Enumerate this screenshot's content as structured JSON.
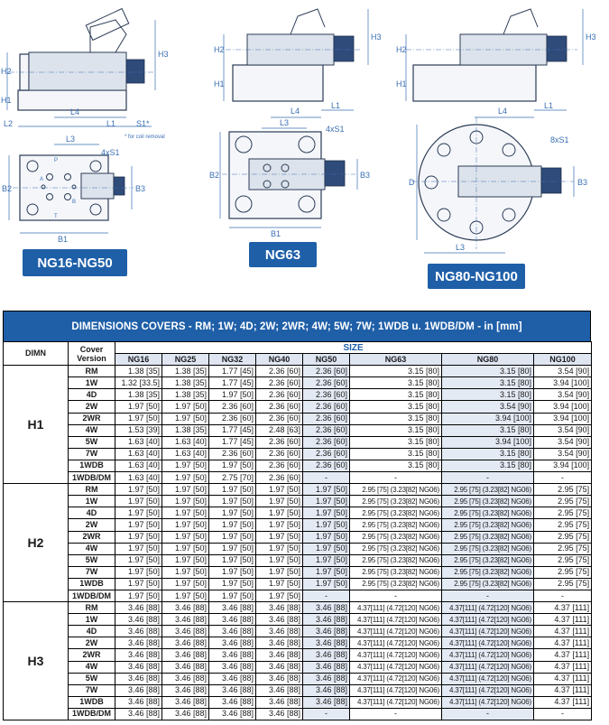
{
  "drawing_labels": {
    "ng16": {
      "tag": "NG16-NG50",
      "h1": "H1",
      "h2": "H2",
      "h3": "H3",
      "l1": "L1",
      "l2": "L2",
      "l3": "L3",
      "l4": "L4",
      "s1": "S1*",
      "b1": "B1",
      "b2": "B2",
      "b3": "B3",
      "holes": "4xS1",
      "note": "* for coil removal",
      "port_p": "P",
      "port_t": "T",
      "port_a": "A",
      "port_b": "B"
    },
    "ng63": {
      "tag": "NG63",
      "h1": "H1",
      "h2": "H2",
      "h3": "H3",
      "l1": "L1",
      "l3": "L3",
      "l4": "L4",
      "b1": "B1",
      "b2": "B2",
      "b3": "B3",
      "holes": "4xS1"
    },
    "ng80": {
      "tag": "NG80-NG100",
      "h1": "H1",
      "h2": "H2",
      "h3": "H3",
      "l1": "L1",
      "l3": "L3",
      "l4": "L4",
      "b3": "B3",
      "d": "D",
      "holes": "8xS1"
    }
  },
  "table": {
    "title": "DIMENSIONS COVERS - RM; 1W; 4D; 2W; 2WR; 4W; 5W; 7W; 1WDB u. 1WDB/DM - in [mm]",
    "dimn_header": "DIMN",
    "cover_header": "Cover Version",
    "size_header": "SIZE",
    "sizes": [
      "NG16",
      "NG25",
      "NG32",
      "NG40",
      "NG50",
      "NG63",
      "NG80",
      "NG100"
    ],
    "groups": [
      {
        "dimn": "H1",
        "rows": [
          {
            "cover": "RM",
            "v": [
              "1.38 [35]",
              "1.38 [35]",
              "1.77 [45]",
              "2.36 [60]",
              "2.36 [60]",
              "3.15 [80]",
              "3.15 [80]",
              "3.54 [90]"
            ]
          },
          {
            "cover": "1W",
            "v": [
              "1.32 [33.5]",
              "1.38 [35]",
              "1.77 [45]",
              "2.36 [60]",
              "2.36 [60]",
              "3.15 [80]",
              "3.15 [80]",
              "3.94 [100]"
            ]
          },
          {
            "cover": "4D",
            "v": [
              "1.38 [35]",
              "1.38 [35]",
              "1.97 [50]",
              "2.36 [60]",
              "2.36 [60]",
              "3.15 [80]",
              "3.15 [80]",
              "3.54 [90]"
            ]
          },
          {
            "cover": "2W",
            "v": [
              "1.97 [50]",
              "1.97 [50]",
              "2.36 [60]",
              "2.36 [60]",
              "2.36 [60]",
              "3.15 [80]",
              "3.54 [90]",
              "3.94 [100]"
            ]
          },
          {
            "cover": "2WR",
            "v": [
              "1.97 [50]",
              "1.97 [50]",
              "2.36 [60]",
              "2.36 [60]",
              "2.36 [60]",
              "3.15 [80]",
              "3.94 [100]",
              "3.94 [100]"
            ]
          },
          {
            "cover": "4W",
            "v": [
              "1.53 [39]",
              "1.38 [35]",
              "1.77 [45]",
              "2.48 [63]",
              "2.36 [60]",
              "3.15 [80]",
              "3.15 [80]",
              "3.54 [90]"
            ]
          },
          {
            "cover": "5W",
            "v": [
              "1.63 [40]",
              "1.63 [40]",
              "1.77 [45]",
              "2.36 [60]",
              "2.36 [60]",
              "3.15 [80]",
              "3.94 [100]",
              "3.54 [90]"
            ]
          },
          {
            "cover": "7W",
            "v": [
              "1.63 [40]",
              "1.63 [40]",
              "2.36 [60]",
              "2.36 [60]",
              "2.36 [60]",
              "3.15 [80]",
              "3.15 [80]",
              "3.54 [90]"
            ]
          },
          {
            "cover": "1WDB",
            "v": [
              "1.63 [40]",
              "1.97 [50]",
              "1.97 [50]",
              "2.36 [60]",
              "2.36 [60]",
              "3.15 [80]",
              "3.15 [80]",
              "3.94 [100]"
            ]
          },
          {
            "cover": "1WDB/DM",
            "v": [
              "1.63 [40]",
              "1.97 [50]",
              "2.75 [70]",
              "2.36 [60]",
              "-",
              "-",
              "-",
              "-"
            ]
          }
        ]
      },
      {
        "dimn": "H2",
        "rows": [
          {
            "cover": "RM",
            "v": [
              "1.97 [50]",
              "1.97 [50]",
              "1.97 [50]",
              "1.97 [50]",
              "1.97 [50]",
              "2.95 [75] (3.23[82] NG06)",
              "2.95 [75] (3.23[82] NG06)",
              "2.95 [75]"
            ]
          },
          {
            "cover": "1W",
            "v": [
              "1.97 [50]",
              "1.97 [50]",
              "1.97 [50]",
              "1.97 [50]",
              "1.97 [50]",
              "2.95 [75] (3.23[82] NG06)",
              "2.95 [75] (3.23[82] NG06)",
              "2.95 [75]"
            ]
          },
          {
            "cover": "4D",
            "v": [
              "1.97 [50]",
              "1.97 [50]",
              "1.97 [50]",
              "1.97 [50]",
              "1.97 [50]",
              "2.95 [75] (3.23[82] NG06)",
              "2.95 [75] (3.23[82] NG06)",
              "2.95 [75]"
            ]
          },
          {
            "cover": "2W",
            "v": [
              "1.97 [50]",
              "1.97 [50]",
              "1.97 [50]",
              "1.97 [50]",
              "1.97 [50]",
              "2.95 [75] (3.23[82] NG06)",
              "2.95 [75] (3.23[82] NG06)",
              "2.95 [75]"
            ]
          },
          {
            "cover": "2WR",
            "v": [
              "1.97 [50]",
              "1.97 [50]",
              "1.97 [50]",
              "1.97 [50]",
              "1.97 [50]",
              "2.95 [75] (3.23[82] NG06)",
              "2.95 [75] (3.23[82] NG06)",
              "2.95 [75]"
            ]
          },
          {
            "cover": "4W",
            "v": [
              "1.97 [50]",
              "1.97 [50]",
              "1.97 [50]",
              "1.97 [50]",
              "1.97 [50]",
              "2.95 [75] (3.23[82] NG06)",
              "2.95 [75] (3.23[82] NG06)",
              "2.95 [75]"
            ]
          },
          {
            "cover": "5W",
            "v": [
              "1.97 [50]",
              "1.97 [50]",
              "1.97 [50]",
              "1.97 [50]",
              "1.97 [50]",
              "2.95 [75] (3.23[82] NG06)",
              "2.95 [75] (3.23[82] NG06)",
              "2.95 [75]"
            ]
          },
          {
            "cover": "7W",
            "v": [
              "1.97 [50]",
              "1.97 [50]",
              "1.97 [50]",
              "1.97 [50]",
              "1.97 [50]",
              "2.95 [75] (3.23[82] NG06)",
              "2.95 [75] (3.23[82] NG06)",
              "2.95 [75]"
            ]
          },
          {
            "cover": "1WDB",
            "v": [
              "1.97 [50]",
              "1.97 [50]",
              "1.97 [50]",
              "1.97 [50]",
              "1.97 [50]",
              "2.95 [75] (3.23[82] NG06)",
              "2.95 [75] (3.23[82] NG06)",
              "2.95 [75]"
            ]
          },
          {
            "cover": "1WDB/DM",
            "v": [
              "1.97 [50]",
              "1.97 [50]",
              "1.97 [50]",
              "1.97 [50]",
              "-",
              "-",
              "-",
              "-"
            ]
          }
        ]
      },
      {
        "dimn": "H3",
        "rows": [
          {
            "cover": "RM",
            "v": [
              "3.46 [88]",
              "3.46 [88]",
              "3.46 [88]",
              "3.46 [88]",
              "3.46 [88]",
              "4.37[111] (4.72[120] NG06)",
              "4.37[111] (4.72[120] NG06)",
              "4.37 [111]"
            ]
          },
          {
            "cover": "1W",
            "v": [
              "3.46 [88]",
              "3.46 [88]",
              "3.46 [88]",
              "3.46 [88]",
              "3.46 [88]",
              "4.37[111] (4.72[120] NG06)",
              "4.37[111] (4.72[120] NG06)",
              "4.37 [111]"
            ]
          },
          {
            "cover": "4D",
            "v": [
              "3.46 [88]",
              "3.46 [88]",
              "3.46 [88]",
              "3.46 [88]",
              "3.46 [88]",
              "4.37[111] (4.72[120] NG06)",
              "4.37[111] (4.72[120] NG06)",
              "4.37 [111]"
            ]
          },
          {
            "cover": "2W",
            "v": [
              "3.46 [88]",
              "3.46 [88]",
              "3.46 [88]",
              "3.46 [88]",
              "3.46 [88]",
              "4.37[111] (4.72[120] NG06)",
              "4.37[111] (4.72[120] NG06)",
              "4.37 [111]"
            ]
          },
          {
            "cover": "2WR",
            "v": [
              "3.46 [88]",
              "3.46 [88]",
              "3.46 [88]",
              "3.46 [88]",
              "3.46 [88]",
              "4.37[111] (4.72[120] NG06)",
              "4.37[111] (4.72[120] NG06)",
              "4.37 [111]"
            ]
          },
          {
            "cover": "4W",
            "v": [
              "3.46 [88]",
              "3.46 [88]",
              "3.46 [88]",
              "3.46 [88]",
              "3.46 [88]",
              "4.37[111] (4.72[120] NG06)",
              "4.37[111] (4.72[120] NG06)",
              "4.37 [111]"
            ]
          },
          {
            "cover": "5W",
            "v": [
              "3.46 [88]",
              "3.46 [88]",
              "3.46 [88]",
              "3.46 [88]",
              "3.46 [88]",
              "4.37[111] (4.72[120] NG06)",
              "4.37[111] (4.72[120] NG06)",
              "4.37 [111]"
            ]
          },
          {
            "cover": "7W",
            "v": [
              "3.46 [88]",
              "3.46 [88]",
              "3.46 [88]",
              "3.46 [88]",
              "3.46 [88]",
              "4.37[111] (4.72[120] NG06)",
              "4.37[111] (4.72[120] NG06)",
              "4.37 [111]"
            ]
          },
          {
            "cover": "1WDB",
            "v": [
              "3.46 [88]",
              "3.46 [88]",
              "3.46 [88]",
              "3.46 [88]",
              "3.46 [88]",
              "4.37[111] (4.72[120] NG06)",
              "4.37[111] (4.72[120] NG06)",
              "4.37 [111]"
            ]
          },
          {
            "cover": "1WDB/DM",
            "v": [
              "3.46 [88]",
              "3.46 [88]",
              "3.46 [88]",
              "3.46 [88]",
              "-",
              "-",
              "-",
              "-"
            ]
          }
        ]
      }
    ]
  }
}
